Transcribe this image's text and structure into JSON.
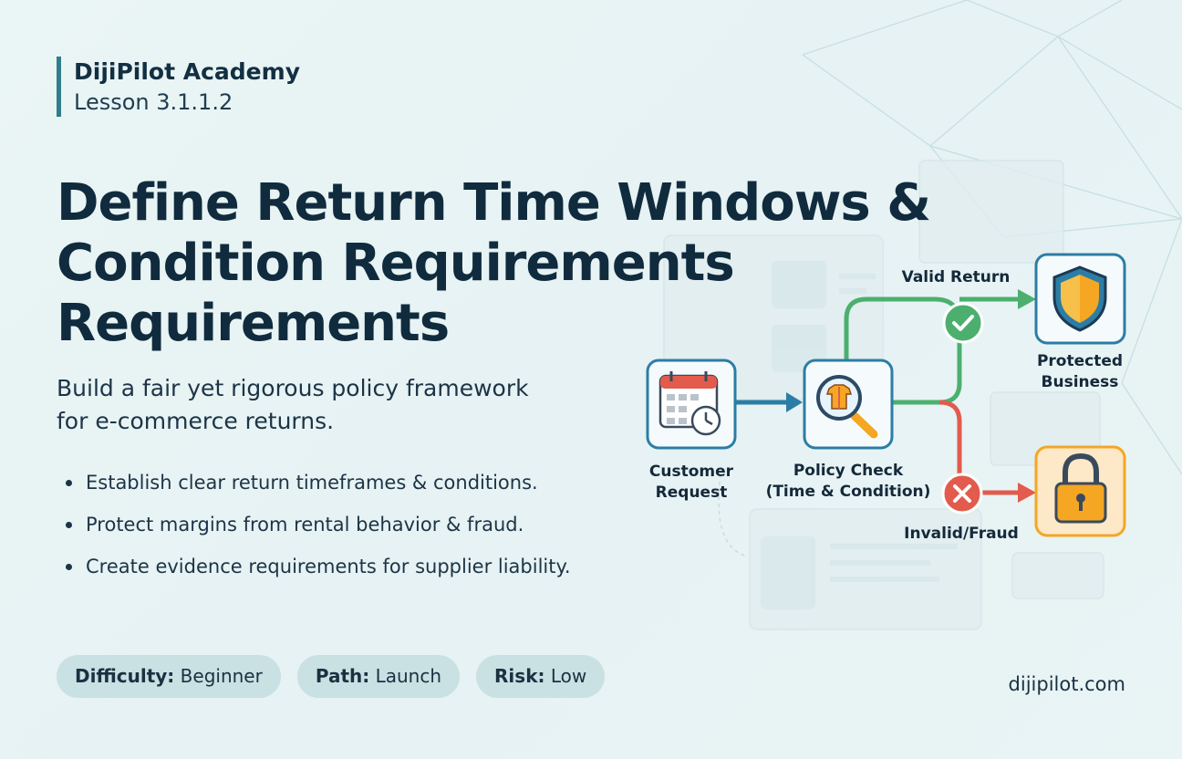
{
  "brand": {
    "name": "DijiPilot Academy",
    "lesson": "Lesson 3.1.1.2"
  },
  "title": {
    "line1": "Define Return Time Windows &",
    "line2": "Condition Requirements",
    "line3": "Requirements"
  },
  "subtitle": {
    "line1": "Build a fair yet rigorous policy framework",
    "line2": "for e-commerce returns."
  },
  "bullets": [
    "Establish clear return timeframes & conditions.",
    "Protect margins from rental behavior & fraud.",
    "Create evidence requirements for supplier liability."
  ],
  "badges": [
    {
      "key": "Difficulty:",
      "value": "Beginner"
    },
    {
      "key": "Path:",
      "value": "Launch"
    },
    {
      "key": "Risk:",
      "value": "Low"
    }
  ],
  "site": "dijipilot.com",
  "diagram": {
    "customer": {
      "line1": "Customer",
      "line2": "Request",
      "icon": "calendar-clock-icon"
    },
    "policy": {
      "line1": "Policy Check",
      "line2": "(Time & Condition)",
      "icon": "magnifier-shirt-icon"
    },
    "valid_label": "Valid Return",
    "invalid_label": "Invalid/Fraud",
    "protected": {
      "line1": "Protected",
      "line2": "Business",
      "icon": "shield-icon"
    },
    "lock_icon": "padlock-icon",
    "colors": {
      "accent": "#2f7e8a",
      "green": "#4caf6e",
      "red": "#e25b4d",
      "blue": "#2c7da5",
      "orange": "#f5a623"
    }
  }
}
